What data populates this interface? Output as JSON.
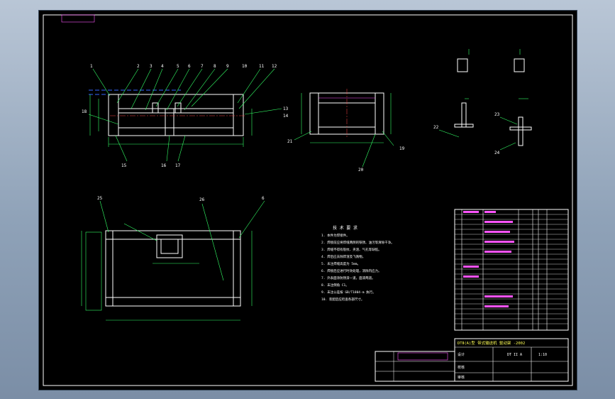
{
  "corner_tag": "",
  "balloons_front": [
    "1",
    "2",
    "3",
    "4",
    "5",
    "6",
    "7",
    "8",
    "9",
    "10",
    "11",
    "12",
    "13",
    "14",
    "15",
    "16",
    "17",
    "18"
  ],
  "balloons_side": [
    "19",
    "20",
    "21"
  ],
  "balloons_details": [
    "22",
    "23",
    "24"
  ],
  "balloons_plan": [
    "25",
    "26",
    "6"
  ],
  "tech_notes_title": "技 术 要 求",
  "tech_notes": [
    "1. 本件为焊接件。",
    "2. 焊接前应将焊缝两侧的铁锈、油污等清除干净。",
    "3. 焊缝不得有裂纹、夹渣、气孔等缺陷。",
    "4. 焊后应去除焊渣及飞溅物。",
    "5. 未注焊缝高度为 5mm。",
    "6. 焊接后应进行时效处理，消除内应力。",
    "7. 外表面涂防锈漆一道，面漆两道。",
    "8. 未注倒角 C1。",
    "9. 未注公差按 GB/T1804-m 执行。",
    "10. 装配后应检查各部尺寸。"
  ],
  "title_block": {
    "project": "DTⅡ(A)型 带式输送机 驱动架 -2002",
    "drawing_no": "DT II A",
    "scale": "1:10",
    "designer": "设计",
    "checker": "校核",
    "approver": "审核"
  },
  "colors": {
    "sheet": "#000000",
    "border": "#ffffff",
    "outline": "#ffffff",
    "dimension": "#33ff66",
    "leader": "#33ff66",
    "hidden": "#3366ff",
    "magenta": "#ff55ff",
    "red": "#ff4444"
  }
}
